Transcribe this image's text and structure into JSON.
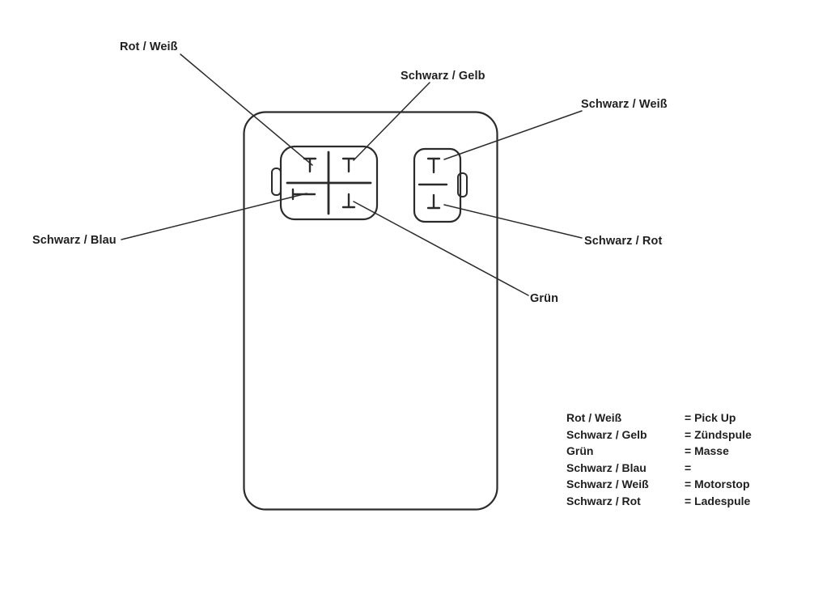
{
  "colors": {
    "line": "#2b2b2b",
    "text": "#1f1f1f",
    "background": "#ffffff"
  },
  "wire_labels": {
    "rot_weiss": "Rot / Weiß",
    "schwarz_gelb": "Schwarz / Gelb",
    "schwarz_weiss": "Schwarz / Weiß",
    "schwarz_blau": "Schwarz / Blau",
    "schwarz_rot": "Schwarz / Rot",
    "gruen": "Grün"
  },
  "legend": {
    "rows": [
      {
        "wire": "Rot / Weiß",
        "function": "= Pick Up"
      },
      {
        "wire": "Schwarz / Gelb",
        "function": "= Zündspule"
      },
      {
        "wire": "Grün",
        "function": "= Masse"
      },
      {
        "wire": "Schwarz / Blau",
        "function": "="
      },
      {
        "wire": "Schwarz / Weiß",
        "function": "= Motorstop"
      },
      {
        "wire": "Schwarz / Rot",
        "function": "= Ladespule"
      }
    ]
  }
}
